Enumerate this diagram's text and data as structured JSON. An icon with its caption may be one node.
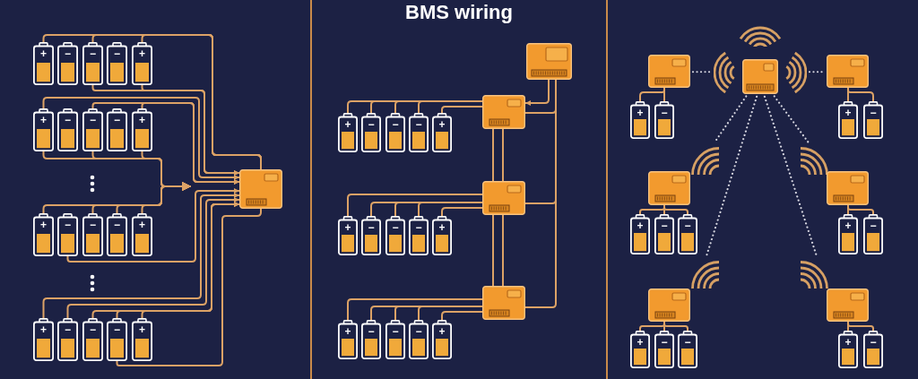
{
  "diagram": {
    "title": "BMS wiring",
    "nodes": [
      {
        "text": [
          "+"
        ]
      },
      {
        "text": [
          "−"
        ]
      },
      {
        "text": [
          "−"
        ]
      },
      {
        "text": [
          "−"
        ]
      },
      {
        "text": [
          "+"
        ]
      },
      {
        "text": [
          "+"
        ]
      },
      {
        "text": [
          "−"
        ]
      },
      {
        "text": [
          "−"
        ]
      },
      {
        "text": [
          "−"
        ]
      },
      {
        "text": [
          "+"
        ]
      },
      {
        "text": [
          "+"
        ]
      },
      {
        "text": [
          "−"
        ]
      },
      {
        "text": [
          "−"
        ]
      },
      {
        "text": [
          "−"
        ]
      },
      {
        "text": [
          "+"
        ]
      },
      {
        "text": [
          "+"
        ]
      },
      {
        "text": [
          "−"
        ]
      },
      {
        "text": [
          "−"
        ]
      },
      {
        "text": [
          "−"
        ]
      },
      {
        "text": [
          "+"
        ]
      },
      {
        "text": [],
        "shape": "box"
      },
      {
        "text": [],
        "shape": "box"
      },
      {
        "text": [
          "+"
        ]
      },
      {
        "text": [
          "−"
        ]
      },
      {
        "text": [
          "−"
        ]
      },
      {
        "text": [
          "−"
        ]
      },
      {
        "text": [
          "+"
        ]
      },
      {
        "text": [],
        "shape": "box"
      },
      {
        "text": [
          "+"
        ]
      },
      {
        "text": [
          "−"
        ]
      },
      {
        "text": [
          "−"
        ]
      },
      {
        "text": [
          "−"
        ]
      },
      {
        "text": [
          "+"
        ]
      },
      {
        "text": [],
        "shape": "box"
      },
      {
        "text": [
          "+"
        ]
      },
      {
        "text": [
          "−"
        ]
      },
      {
        "text": [
          "−"
        ]
      },
      {
        "text": [
          "−"
        ]
      },
      {
        "text": [
          "+"
        ]
      },
      {
        "text": [],
        "shape": "box"
      },
      {
        "text": [],
        "shape": "box"
      },
      {
        "text": [],
        "shape": "picture"
      },
      {
        "text": [],
        "shape": "picture"
      },
      {
        "text": [],
        "shape": "box"
      },
      {
        "text": [
          "+"
        ]
      },
      {
        "text": [
          "−"
        ]
      },
      {
        "text": [],
        "shape": "box"
      },
      {
        "text": [
          "+"
        ]
      },
      {
        "text": [
          "−"
        ]
      },
      {
        "text": [],
        "shape": "picture"
      },
      {
        "text": [],
        "shape": "box"
      },
      {
        "text": [
          "+"
        ]
      },
      {
        "text": [
          "−"
        ]
      },
      {
        "text": [
          "−"
        ]
      },
      {
        "text": [],
        "shape": "picture"
      },
      {
        "text": [],
        "shape": "box"
      },
      {
        "text": [
          "+"
        ]
      },
      {
        "text": [
          "−"
        ]
      },
      {
        "text": [],
        "shape": "picture"
      },
      {
        "text": [],
        "shape": "box"
      },
      {
        "text": [
          "+"
        ]
      },
      {
        "text": [
          "−"
        ]
      },
      {
        "text": [
          "−"
        ]
      },
      {
        "text": [],
        "shape": "picture"
      },
      {
        "text": [],
        "shape": "box"
      },
      {
        "text": [
          "+"
        ]
      },
      {
        "text": [
          "−"
        ]
      }
    ],
    "edges": [
      {
        "from": 0,
        "to": 20,
        "arrow": "none"
      },
      {
        "from": 2,
        "to": 20,
        "arrow": "none"
      },
      {
        "from": 4,
        "to": 20,
        "arrow": "none"
      },
      {
        "from": 2,
        "to": 20,
        "arrow": "to"
      },
      {
        "from": 4,
        "to": 20,
        "arrow": "to"
      },
      {
        "from": 5,
        "to": 20,
        "arrow": "to"
      },
      {
        "from": 7,
        "to": 20,
        "arrow": "to"
      },
      {
        "from": 9,
        "to": 20,
        "arrow": "to"
      },
      {
        "from": 5,
        "to": null,
        "arrow": "to"
      },
      {
        "from": 7,
        "to": null,
        "arrow": "to"
      },
      {
        "from": 9,
        "to": null,
        "arrow": "to"
      },
      {
        "from": 10,
        "to": null,
        "arrow": "to"
      },
      {
        "from": 12,
        "to": null,
        "arrow": "to"
      },
      {
        "from": 13,
        "to": null,
        "arrow": "to"
      },
      {
        "from": 14,
        "to": null,
        "arrow": "to"
      },
      {
        "from": 11,
        "to": 20,
        "arrow": "to"
      },
      {
        "from": 15,
        "to": 20,
        "arrow": "to"
      },
      {
        "from": 16,
        "to": 20,
        "arrow": "to"
      },
      {
        "from": 17,
        "to": 20,
        "arrow": "to"
      },
      {
        "from": 18,
        "to": 20,
        "arrow": "to"
      },
      {
        "from": 19,
        "to": 20,
        "arrow": "to"
      },
      {
        "from": 18,
        "to": 20,
        "arrow": "none"
      },
      {
        "from": 22,
        "to": 27,
        "arrow": "none"
      },
      {
        "from": 23,
        "to": 27,
        "arrow": "none"
      },
      {
        "from": 24,
        "to": 27,
        "arrow": "none"
      },
      {
        "from": 25,
        "to": 27,
        "arrow": "none"
      },
      {
        "from": 26,
        "to": 27,
        "arrow": "none"
      },
      {
        "from": 28,
        "to": 33,
        "arrow": "none"
      },
      {
        "from": 29,
        "to": 33,
        "arrow": "none"
      },
      {
        "from": 30,
        "to": 33,
        "arrow": "none"
      },
      {
        "from": 31,
        "to": 33,
        "arrow": "none"
      },
      {
        "from": 32,
        "to": 33,
        "arrow": "none"
      },
      {
        "from": 34,
        "to": 39,
        "arrow": "none"
      },
      {
        "from": 35,
        "to": 39,
        "arrow": "none"
      },
      {
        "from": 36,
        "to": 39,
        "arrow": "none"
      },
      {
        "from": 37,
        "to": 39,
        "arrow": "none"
      },
      {
        "from": 38,
        "to": 39,
        "arrow": "none"
      },
      {
        "from": 21,
        "to": 27,
        "arrow": "to"
      },
      {
        "from": 21,
        "to": 27,
        "arrow": "none"
      },
      {
        "from": 21,
        "to": 33,
        "arrow": "none"
      },
      {
        "from": 21,
        "to": 39,
        "arrow": "none"
      },
      {
        "from": 27,
        "to": 33,
        "arrow": "none"
      },
      {
        "from": 27,
        "to": 33,
        "arrow": "none"
      },
      {
        "from": 33,
        "to": 39,
        "arrow": "none"
      },
      {
        "from": 33,
        "to": 39,
        "arrow": "none"
      },
      {
        "from": 43,
        "to": 41,
        "arrow": "none",
        "style": "dashed",
        "color": "#d6d6e0"
      },
      {
        "from": 42,
        "to": 46,
        "arrow": "none",
        "style": "dashed",
        "color": "#d6d6e0"
      },
      {
        "from": 40,
        "to": 49,
        "arrow": "none",
        "style": "dashed",
        "color": "#d6d6e0"
      },
      {
        "from": 40,
        "to": 58,
        "arrow": "none",
        "style": "dashed",
        "color": "#d6d6e0"
      },
      {
        "from": 40,
        "to": 63,
        "arrow": "none",
        "style": "dashed",
        "color": "#d6d6e0"
      },
      {
        "from": 40,
        "to": 54,
        "arrow": "none",
        "style": "dashed",
        "color": "#d6d6e0"
      },
      {
        "from": 44,
        "to": 43,
        "arrow": "none"
      },
      {
        "from": 45,
        "to": 43,
        "arrow": "none"
      },
      {
        "from": 47,
        "to": 46,
        "arrow": "none"
      },
      {
        "from": 48,
        "to": 46,
        "arrow": "none"
      },
      {
        "from": 51,
        "to": 50,
        "arrow": "none"
      },
      {
        "from": 52,
        "to": 50,
        "arrow": "none"
      },
      {
        "from": 53,
        "to": 50,
        "arrow": "none"
      },
      {
        "from": 56,
        "to": 55,
        "arrow": "none"
      },
      {
        "from": 57,
        "to": 55,
        "arrow": "none"
      },
      {
        "from": 60,
        "to": 59,
        "arrow": "none"
      },
      {
        "from": 61,
        "to": 59,
        "arrow": "none"
      },
      {
        "from": 62,
        "to": 59,
        "arrow": "none"
      },
      {
        "from": 65,
        "to": 64,
        "arrow": "none"
      },
      {
        "from": 66,
        "to": 64,
        "arrow": "none"
      }
    ]
  }
}
